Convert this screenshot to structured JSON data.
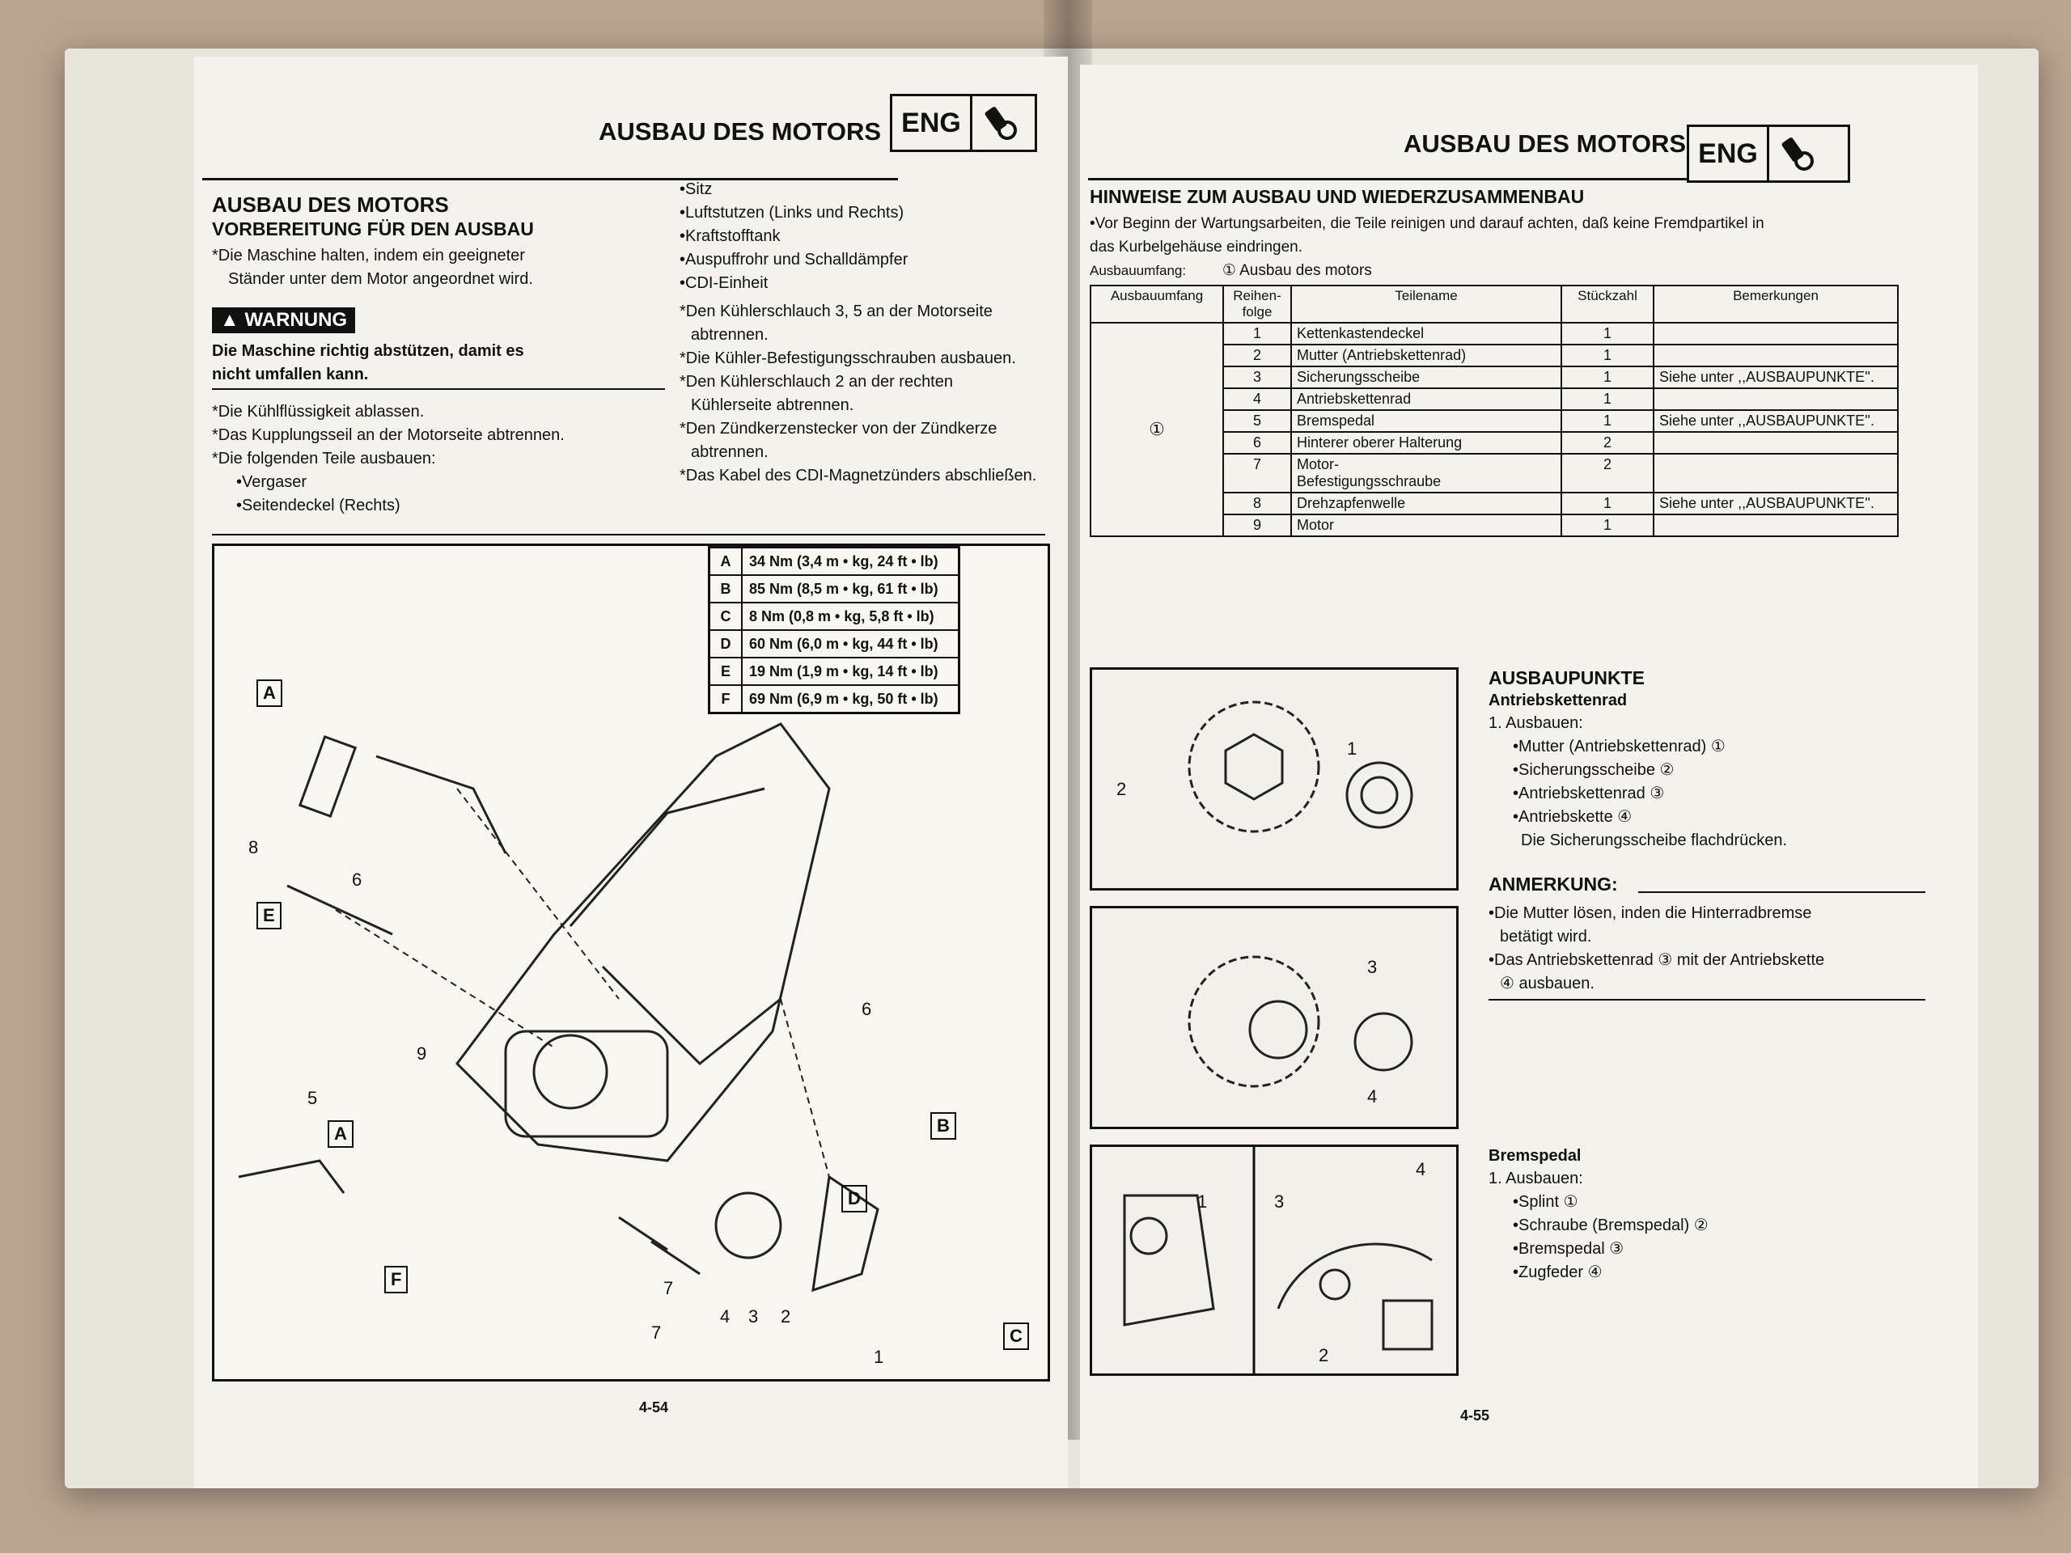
{
  "left": {
    "header_title": "AUSBAU DES MOTORS",
    "header_tag": "ENG",
    "section_title": "AUSBAU DES MOTORS",
    "subtitle": "VORBEREITUNG FÜR DEN AUSBAU",
    "prep_items": [
      "*Die Maschine halten, indem ein geeigneter",
      " Ständer unter dem Motor angeordnet wird."
    ],
    "warning_label": "WARNUNG",
    "warning_text": [
      "Die Maschine richtig abstützen, damit es",
      "nicht umfallen kann."
    ],
    "steps": [
      "*Die Kühlflüssigkeit ablassen.",
      "*Das Kupplungsseil an der Motorseite abtrennen.",
      "*Die folgenden Teile ausbauen:",
      "   •Vergaser",
      "   •Seitendeckel (Rechts)"
    ],
    "col2_items": [
      "•Sitz",
      "•Luftstutzen (Links und Rechts)",
      "•Kraftstofftank",
      "•Auspuffrohr und Schalldämpfer",
      "•CDI-Einheit",
      "*Den Kühlerschlauch 3, 5 an der Motorseite",
      " abtrennen.",
      "*Die Kühler-Befestigungsschrauben ausbauen.",
      "*Den Kühlerschlauch 2 an der rechten",
      " Kühlerseite abtrennen.",
      "*Den Zündkerzenstecker von der Zündkerze",
      " abtrennen.",
      "*Das Kabel des CDI-Magnetzünders abschließen."
    ],
    "torque": [
      {
        "l": "A",
        "v": "34 Nm (3,4 m • kg, 24 ft • lb)"
      },
      {
        "l": "B",
        "v": "85 Nm (8,5 m • kg, 61 ft • lb)"
      },
      {
        "l": "C",
        "v": "8 Nm (0,8 m • kg, 5,8 ft • lb)"
      },
      {
        "l": "D",
        "v": "60 Nm (6,0 m • kg, 44 ft • lb)"
      },
      {
        "l": "E",
        "v": "19 Nm (1,9 m • kg, 14 ft • lb)"
      },
      {
        "l": "F",
        "v": "69 Nm (6,9 m • kg, 50 ft • lb)"
      }
    ],
    "callouts": [
      "A",
      "E",
      "A",
      "F",
      "B",
      "D",
      "C",
      "8",
      "6",
      "6",
      "9",
      "5",
      "7",
      "7",
      "4",
      "3",
      "2",
      "1"
    ],
    "page_number": "4-54"
  },
  "right": {
    "header_title": "AUSBAU DES MOTORS",
    "header_tag": "ENG",
    "section_title": "HINWEISE ZUM AUSBAU UND WIEDERZUSAMMENBAU",
    "intro": [
      "•Vor Beginn der Wartungsarbeiten, die Teile reinigen und darauf achten, daß keine Fremdpartikel in",
      " das Kurbelgehäuse eindringen."
    ],
    "scope_label": "Ausbauumfang:",
    "scope_value": "① Ausbau des motors",
    "table_headers": [
      "Ausbauumfang",
      "Reihen-\nfolge",
      "Teilename",
      "Stückzahl",
      "Bemerkungen"
    ],
    "table_scope": "①",
    "table_rows": [
      {
        "n": "1",
        "name": "Kettenkastendeckel",
        "qty": "1",
        "rem": ""
      },
      {
        "n": "2",
        "name": "Mutter (Antriebskettenrad)",
        "qty": "1",
        "rem": ""
      },
      {
        "n": "3",
        "name": "Sicherungsscheibe",
        "qty": "1",
        "rem": "Siehe unter ,,AUSBAUPUNKTE''."
      },
      {
        "n": "4",
        "name": "Antriebskettenrad",
        "qty": "1",
        "rem": ""
      },
      {
        "n": "5",
        "name": "Bremspedal",
        "qty": "1",
        "rem": "Siehe unter ,,AUSBAUPUNKTE''."
      },
      {
        "n": "6",
        "name": "Hinterer oberer Halterung",
        "qty": "2",
        "rem": ""
      },
      {
        "n": "7",
        "name": "Motor-\nBefestigungsschraube",
        "qty": "2",
        "rem": ""
      },
      {
        "n": "8",
        "name": "Drehzapfenwelle",
        "qty": "1",
        "rem": "Siehe unter ,,AUSBAUPUNKTE''."
      },
      {
        "n": "9",
        "name": "Motor",
        "qty": "1",
        "rem": ""
      }
    ],
    "points_title": "AUSBAUPUNKTE",
    "sprocket_title": "Antriebskettenrad",
    "sprocket_steps": [
      "1. Ausbauen:",
      "     •Mutter (Antriebskettenrad) ①",
      "     •Sicherungsscheibe ②",
      "     •Antriebskettenrad ③",
      "     •Antriebskette ④",
      "       Die Sicherungsscheibe flachdrücken."
    ],
    "note_title": "ANMERKUNG:",
    "note_lines": [
      "•Die Mutter lösen, inden die Hinterradbremse",
      " betätigt wird.",
      "•Das Antriebskettenrad ③ mit der Antriebskette",
      " ④ ausbauen."
    ],
    "brake_title": "Bremspedal",
    "brake_steps": [
      "1. Ausbauen:",
      "     •Splint ①",
      "     •Schraube (Bremspedal) ②",
      "     •Bremspedal ③",
      "     •Zugfeder ④"
    ],
    "photo_callouts": [
      "1",
      "2",
      "3",
      "4",
      "1",
      "2",
      "3",
      "4"
    ],
    "page_number": "4-55"
  }
}
